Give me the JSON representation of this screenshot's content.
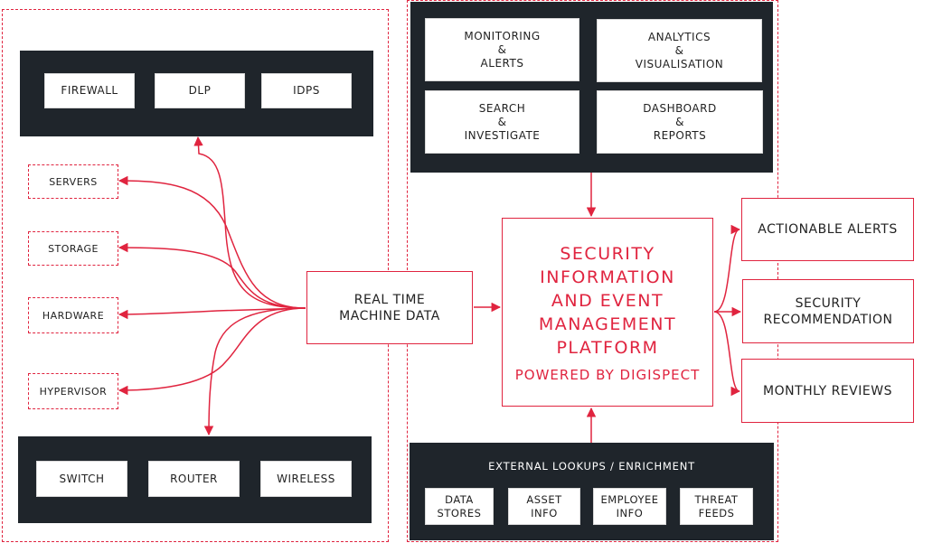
{
  "colors": {
    "accent": "#e0243f",
    "dark_panel": "#1f252b"
  },
  "top_panel": {
    "items": [
      "FIREWALL",
      "DLP",
      "IDPS"
    ]
  },
  "left_items": [
    "SERVERS",
    "STORAGE",
    "HARDWARE",
    "HYPERVISOR"
  ],
  "bottom_panel": {
    "items": [
      "SWITCH",
      "ROUTER",
      "WIRELESS"
    ]
  },
  "center": {
    "label": "REAL TIME\nMACHINE DATA"
  },
  "capabilities": [
    "MONITORING\n&\nALERTS",
    "ANALYTICS\n&\nVISUALISATION",
    "SEARCH\n&\nINVESTIGATE",
    "DASHBOARD\n&\nREPORTS"
  ],
  "siem": {
    "title": "SECURITY\nINFORMATION\nAND EVENT\nMANAGEMENT\nPLATFORM",
    "subtitle": "POWERED BY DIGISPECT"
  },
  "outputs": [
    "ACTIONABLE ALERTS",
    "SECURITY\nRECOMMENDATION",
    "MONTHLY REVIEWS"
  ],
  "enrichment": {
    "title": "EXTERNAL LOOKUPS / ENRICHMENT",
    "items": [
      "DATA\nSTORES",
      "ASSET\nINFO",
      "EMPLOYEE\nINFO",
      "THREAT\nFEEDS"
    ]
  }
}
